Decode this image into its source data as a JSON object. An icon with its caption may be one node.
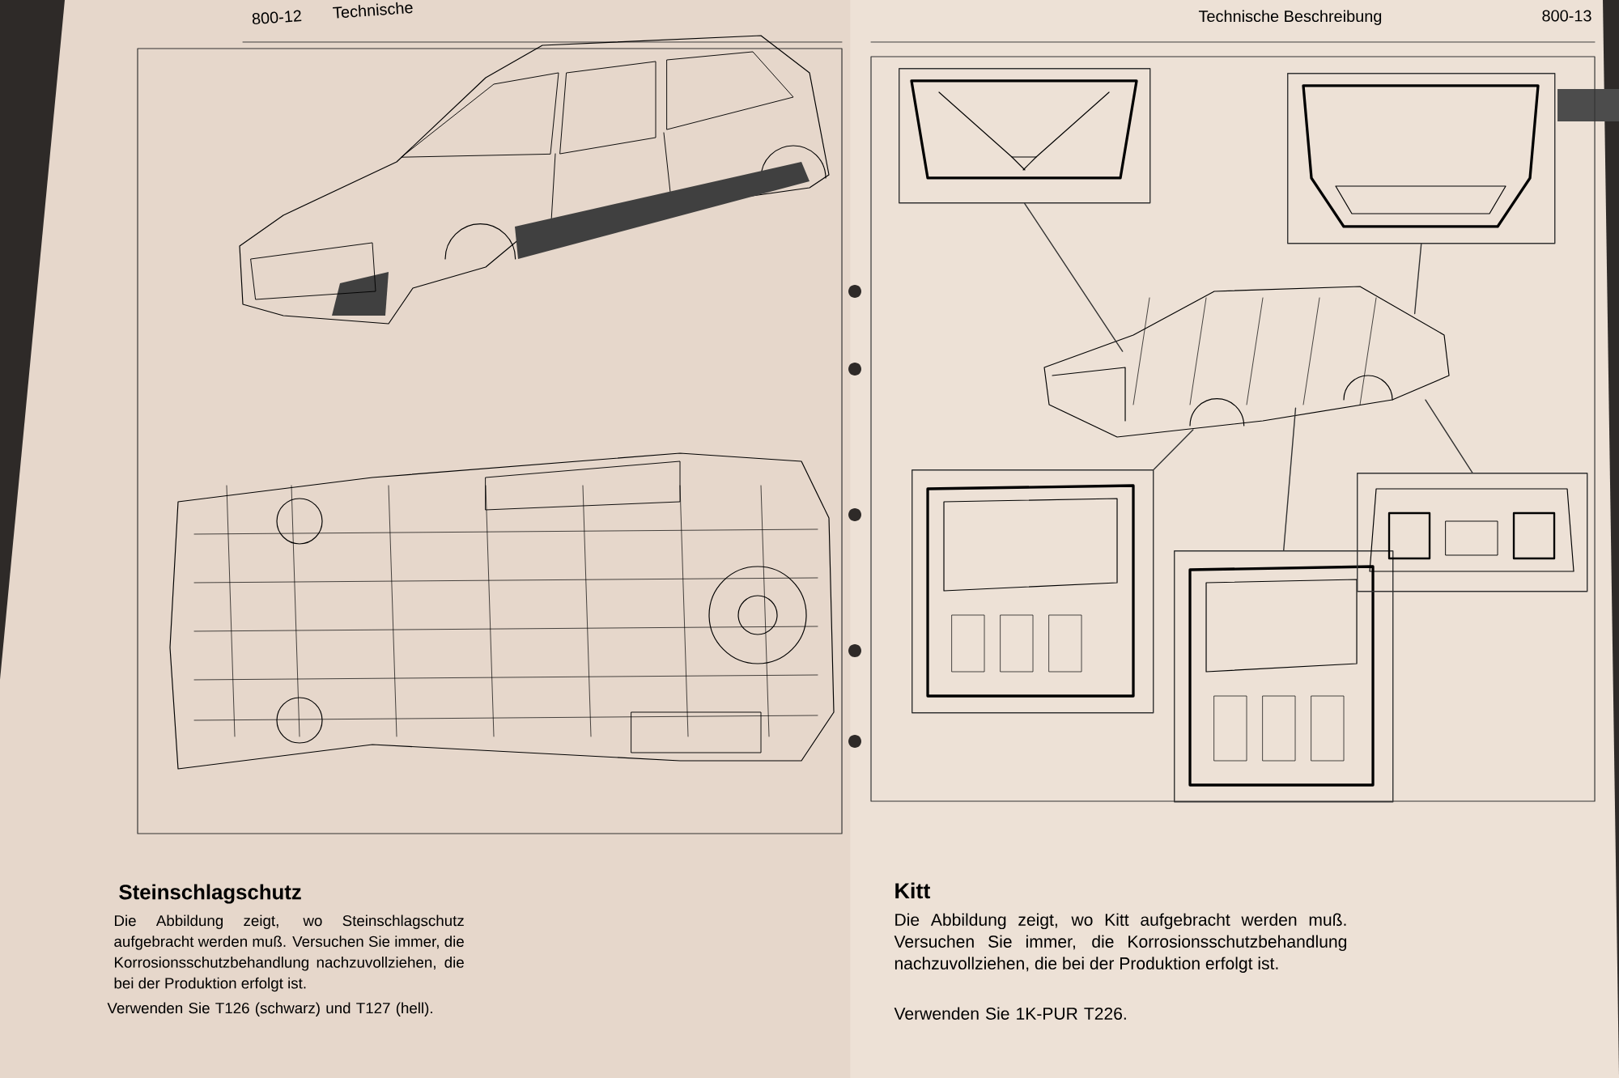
{
  "diagram": {
    "nodes": [
      {
        "text": [],
        "shape": "picture"
      },
      {
        "text": [],
        "shape": "picture"
      },
      {
        "text": [],
        "shape": "picture"
      },
      {
        "text": [],
        "shape": "picture"
      },
      {
        "text": [],
        "shape": "picture"
      },
      {
        "text": [],
        "shape": "picture"
      }
    ],
    "edges": [
      {
        "from": 0,
        "to": 2,
        "arrow": "none"
      },
      {
        "from": 1,
        "to": 2,
        "arrow": "none"
      },
      {
        "from": 3,
        "to": 2,
        "arrow": "none"
      },
      {
        "from": 4,
        "to": 2,
        "arrow": "none"
      },
      {
        "from": 5,
        "to": 2,
        "arrow": "none"
      }
    ],
    "labels": [
      "800-12",
      "Technische",
      "Technische Beschreibung",
      "800-13",
      "Steinschlagschutz",
      "Die Abbildung zeigt, wo Steinschlagschutz aufgebracht werden muß. Versuchen Sie immer, die Korrosionsschutzbehandlung nachzuvollziehen, die bei der Produktion erfolgt ist.",
      "Verwenden Sie T126 (schwarz) und T127 (hell).",
      "Kitt",
      "Die Abbildung zeigt, wo Kitt aufgebracht werden muß. Versuchen Sie immer, die Korrosionsschutzbehandlung nachzuvollziehen, die bei der Produktion erfolgt ist.",
      "Verwenden Sie 1K-PUR T226."
    ]
  }
}
